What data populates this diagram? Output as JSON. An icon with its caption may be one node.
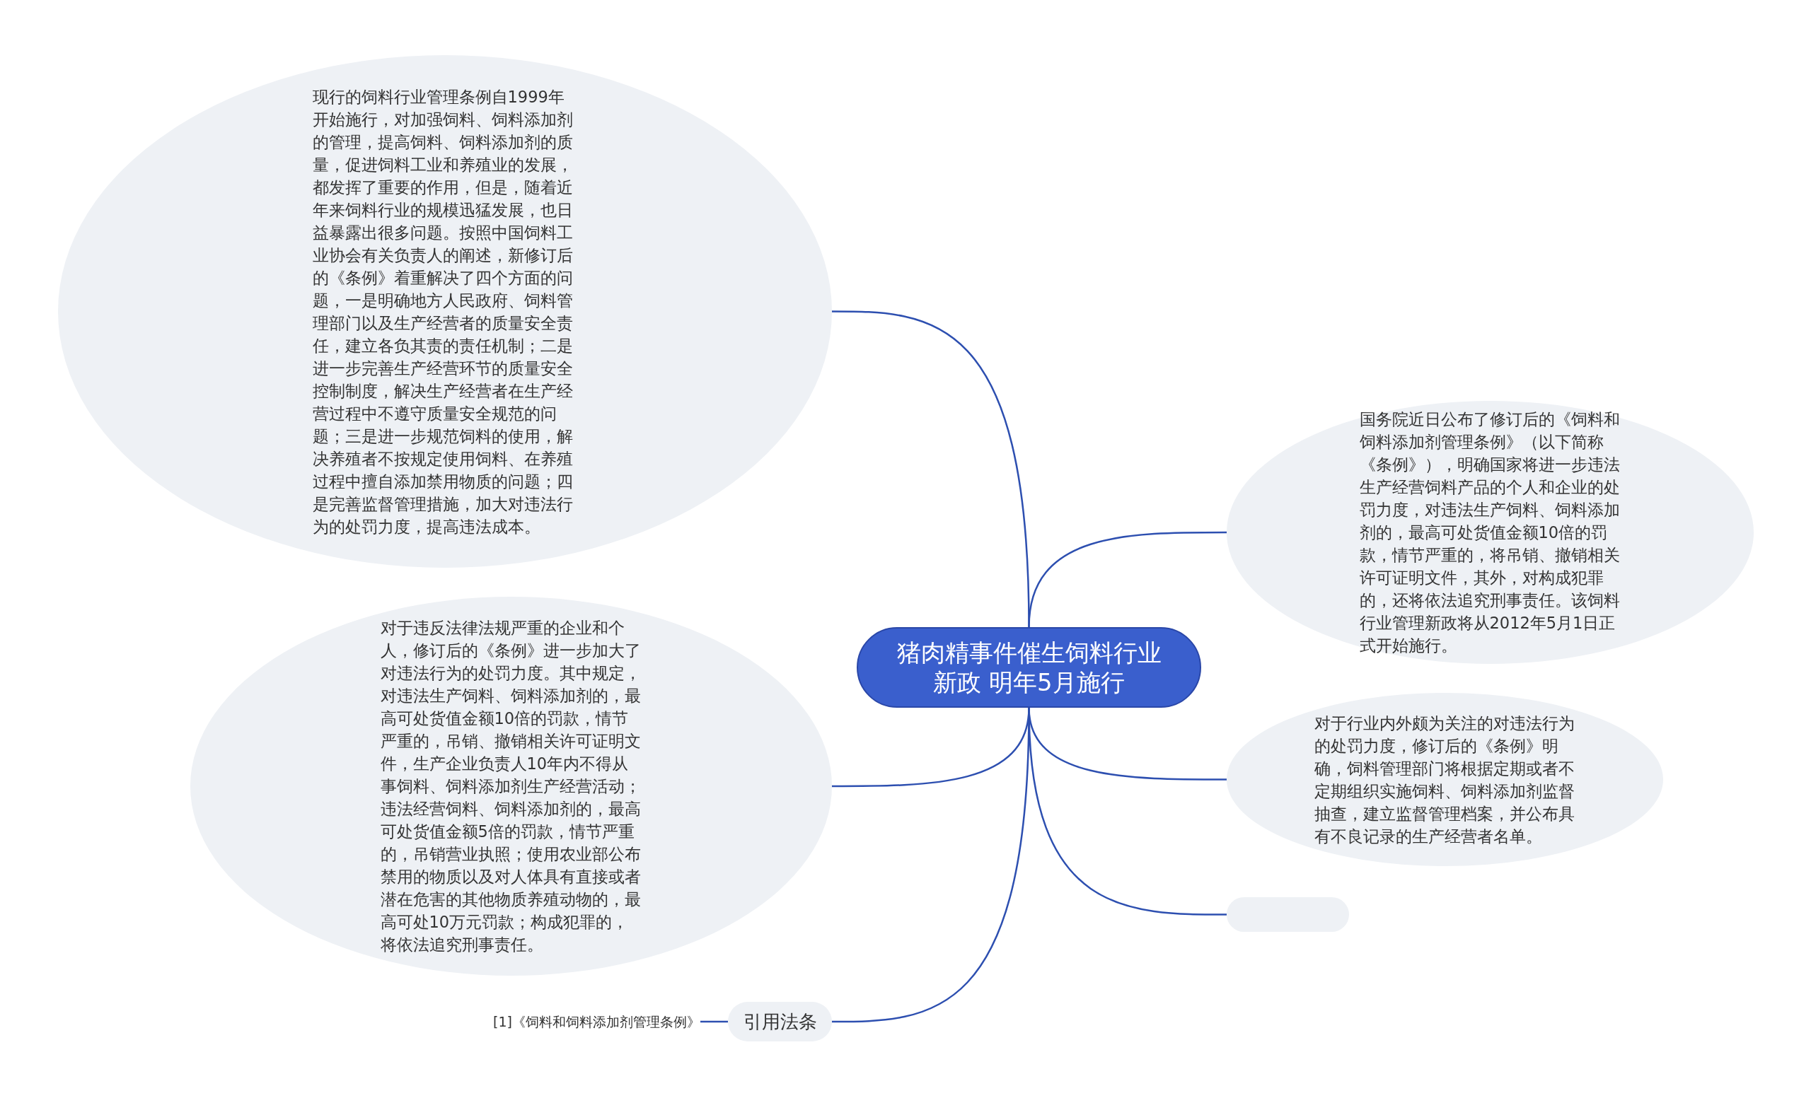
{
  "diagram": {
    "nodes": [
      {
        "text": [
          "猪肉精事件催生饲料行业新政 明年5月施行"
        ]
      },
      {
        "text": [
          "现行的饲料行业管理条例自1999年开始施行，对加强饲料、饲料添加剂的管理，提高饲料、饲料添加剂的质量，促进饲料工业和养殖业的发展，都发挥了重要的作用，但是，随着近年来饲料行业的规模迅猛发展，也日益暴露出很多问题。按照中国饲料工业协会有关负责人的阐述，新修订后的《条例》着重解决了四个方面的问题，一是明确地方人民政府、饲料管理部门以及生产经营者的质量安全责任，建立各负其责的责任机制；二是进一步完善生产经营环节的质量安全控制制度，解决生产经营者在生产经营过程中不遵守质量安全规范的问题；三是进一步规范饲料的使用，解决养殖者不按规定使用饲料、在养殖过程中擅自添加禁用物质的问题；四是完善监督管理措施，加大对违法行为的处罚力度，提高违法成本。"
        ]
      },
      {
        "text": [
          "国务院近日公布了修订后的《饲料和饲料添加剂管理条例》（以下简称《条例》），明确国家将进一步违法生产经营饲料产品的个人和企业的处罚力度，对违法生产饲料、饲料添加剂的，最高可处货值金额10倍的罚款，情节严重的，将吊销、撤销相关许可证明文件，其外，对构成犯罪的，还将依法追究刑事责任。该饲料行业管理新政将从2012年5月1日正式开始施行。"
        ]
      },
      {
        "text": [
          "对于违反法律法规严重的企业和个人，修订后的《条例》进一步加大了对违法行为的处罚力度。其中规定，对违法生产饲料、饲料添加剂的，最高可处货值金额10倍的罚款，情节严重的，吊销、撤销相关许可证明文件，生产企业负责人10年内不得从事饲料、饲料添加剂生产经营活动；违法经营饲料、饲料添加剂的，最高可处货值金额5倍的罚款，情节严重的，吊销营业执照；使用农业部公布禁用的物质以及对人体具有直接或者潜在危害的其他物质养殖动物的，最高可处10万元罚款；构成犯罪的，将依法追究刑事责任。"
        ]
      },
      {
        "text": [
          "对于行业内外颇为关注的对违法行为的处罚力度，修订后的《条例》明确，饲料管理部门将根据定期或者不定期组织实施饲料、饲料添加剂监督抽查，建立监督管理档案，并公布具有不良记录的生产经营者名单。"
        ]
      },
      {
        "text": [],
        "shape": "box"
      },
      {
        "text": [
          "引用法条"
        ]
      },
      {
        "text": [
          "[1]《饲料和饲料添加剂管理条例》"
        ]
      }
    ],
    "edges": [
      {
        "from": 0,
        "to": 1,
        "arrow": "none"
      },
      {
        "from": 0,
        "to": 2,
        "arrow": "none"
      },
      {
        "from": 0,
        "to": 3,
        "arrow": "none"
      },
      {
        "from": 0,
        "to": 4,
        "arrow": "none"
      },
      {
        "from": 0,
        "to": 5,
        "arrow": "none"
      },
      {
        "from": 0,
        "to": 6,
        "arrow": "none"
      },
      {
        "from": 6,
        "to": 7,
        "arrow": "none"
      }
    ]
  }
}
